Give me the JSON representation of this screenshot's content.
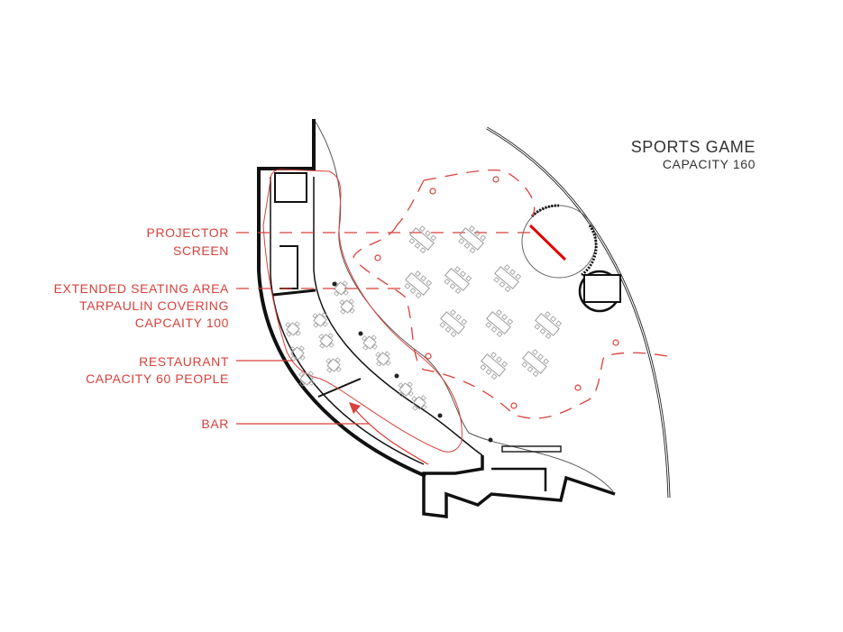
{
  "title": {
    "line1": "SPORTS GAME",
    "line2": "CAPACITY 160"
  },
  "labels": {
    "projector": [
      "PROJECTOR",
      "SCREEN"
    ],
    "extended": [
      "EXTENDED SEATING AREA",
      "TARPAULIN COVERING",
      "CAPCAITY 100"
    ],
    "restaurant": [
      "RESTAURANT",
      "CAPACITY 60 PEOPLE"
    ],
    "bar": [
      "BAR"
    ]
  },
  "colors": {
    "accent": "#d8413b",
    "wall": "#111111",
    "furniture": "#9a9a9a",
    "title": "#333333"
  }
}
